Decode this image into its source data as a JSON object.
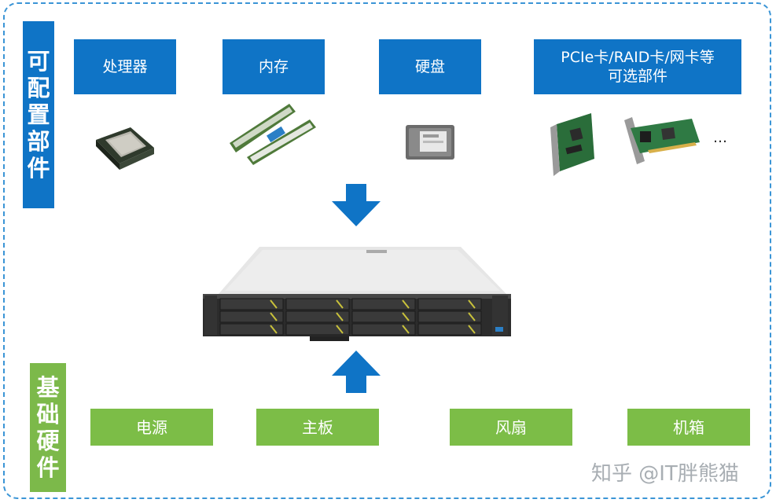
{
  "configurable": {
    "title_chars": [
      "可",
      "配",
      "置",
      "部",
      "件"
    ],
    "items": [
      {
        "label": "处理器"
      },
      {
        "label": "内存"
      },
      {
        "label": "硬盘"
      },
      {
        "label_line1": "PCIe卡/RAID卡/网卡等",
        "label_line2": "可选部件"
      }
    ],
    "ellipsis": "…"
  },
  "basic": {
    "title_chars": [
      "基",
      "础",
      "硬",
      "件"
    ],
    "items": [
      {
        "label": "电源"
      },
      {
        "label": "主板"
      },
      {
        "label": "风扇"
      },
      {
        "label": "机箱"
      }
    ]
  },
  "watermark": "知乎 @IT胖熊猫",
  "colors": {
    "blue": "#0f74c6",
    "green": "#7cbd47",
    "frame": "#3b95d6"
  }
}
